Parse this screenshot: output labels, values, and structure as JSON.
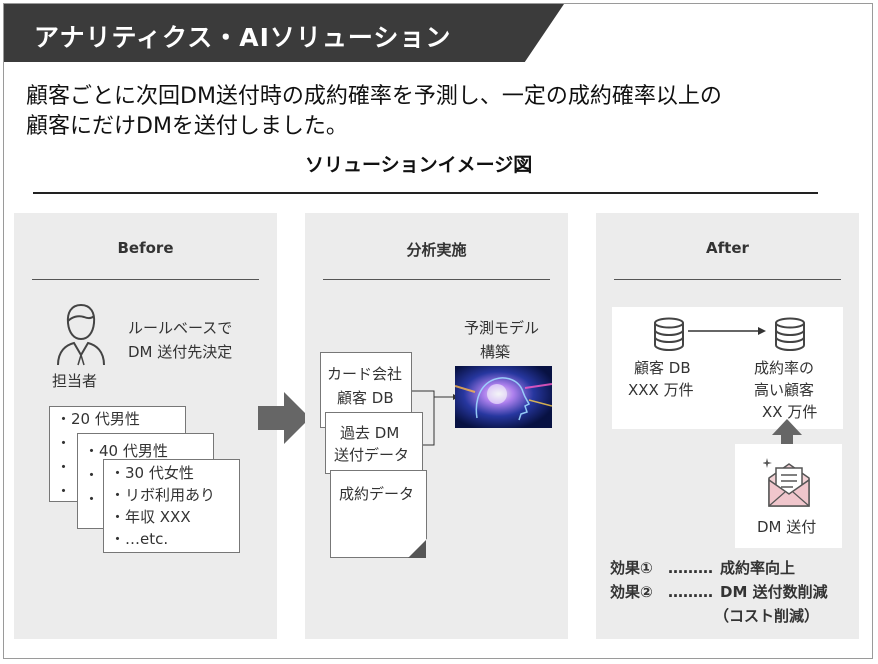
{
  "header": {
    "title": "アナリティクス・AIソリューション"
  },
  "lead": {
    "line1": "顧客ごとに次回DM送付時の成約確率を予測し、一定の成約確率以上の",
    "line2": "顧客にだけDMを送付しました。"
  },
  "section": {
    "title": "ソリューションイメージ図"
  },
  "before": {
    "title": "Before",
    "rule_text": [
      "ルールベースで",
      "DM 送付先決定"
    ],
    "person_label": "担当者",
    "card1": "・20 代男性",
    "card2": "・40 代男性",
    "card3": [
      "・30 代女性",
      "・リボ利用あり",
      "・年収 XXX",
      "・…etc."
    ]
  },
  "analysis": {
    "title": "分析実施",
    "doc1": [
      "カード会社",
      "顧客 DB"
    ],
    "doc2": [
      "過去 DM",
      "送付データ"
    ],
    "doc3": "成約データ",
    "model": [
      "予測モデル",
      "構築"
    ]
  },
  "after": {
    "title": "After",
    "db1": [
      "顧客 DB",
      "XXX 万件"
    ],
    "db2": [
      "成約率の",
      "高い顧客",
      "XX 万件"
    ],
    "dm_label": "DM 送付",
    "effect1_label": "効果①",
    "effect1_dots": "………",
    "effect1_text": "成約率向上",
    "effect2_label": "効果②",
    "effect2_dots": "………",
    "effect2_text": "DM 送付数削減",
    "effect2_note": "（コスト削減）"
  },
  "icons": [
    "person-icon",
    "right-arrow-icon",
    "document-icon",
    "brain-ai-image",
    "database-icon",
    "up-arrow-icon",
    "mail-icon"
  ],
  "colors": {
    "header_bg": "#3b3b3b",
    "panel_bg": "#ececec",
    "arrow": "#666666"
  }
}
